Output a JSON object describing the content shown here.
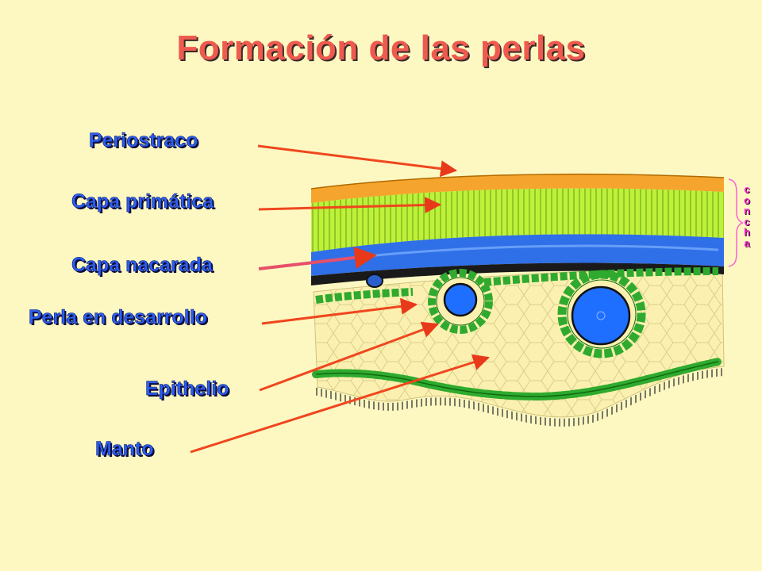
{
  "title": "Formación de las perlas",
  "labels": {
    "periostraco": "Periostraco",
    "prismatica": "Capa primática",
    "nacarada": "Capa nacarada",
    "perla": "Perla en desarrollo",
    "epithelio": "Epithelio",
    "manto": "Manto"
  },
  "concha": "concha",
  "colors": {
    "background": "#fdf8c2",
    "title": "#ef5a4e",
    "label": "#2c5ff0",
    "arrow": "#f0461e",
    "periostraco": "#f5a52d",
    "prismatic": "#bff03a",
    "nacre": "#2f6fe8",
    "epithelium": "#2faa2f",
    "mantle": "#fbf0b0",
    "pearl": "#1e6fff",
    "concha_text": "#ff2fd2"
  }
}
